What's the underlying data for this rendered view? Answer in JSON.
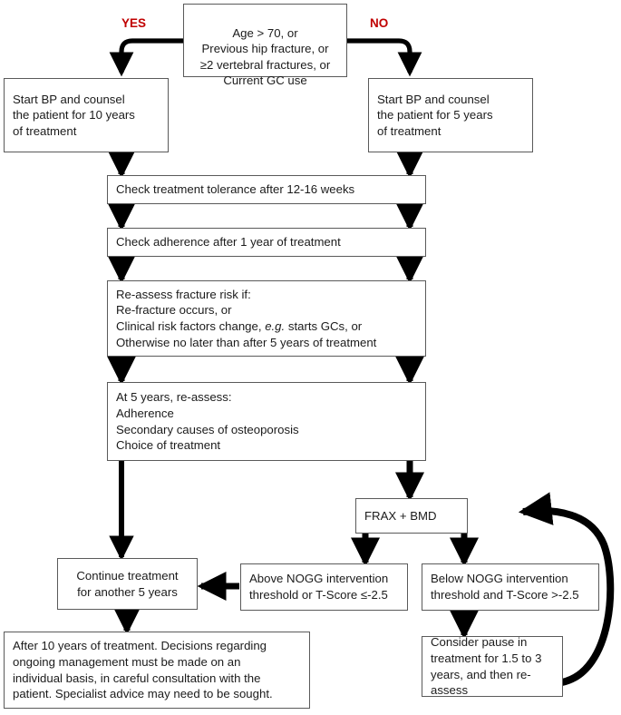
{
  "diagram": {
    "title": "Osteoporosis bisphosphonate treatment review pathway",
    "colors": {
      "box_border": "#5a5a5a",
      "box_fill": "#ffffff",
      "arrow": "#000000",
      "decision_label": "#c00000",
      "text": "#1b1b1b"
    },
    "labels": {
      "yes": "YES",
      "no": "NO"
    },
    "nodes": {
      "criteria": "Age > 70, or\nPrevious hip fracture, or\n≥2 vertebral fractures, or\nCurrent GC use",
      "start_10_years": "Start BP and counsel\nthe patient for 10 years\nof treatment",
      "start_5_years": "Start BP and counsel\nthe patient for 5 years\nof treatment",
      "check_tolerance": "Check treatment tolerance after 12-16 weeks",
      "check_adherence": "Check adherence after 1 year of treatment",
      "reassess_risk_line1": "Re-assess fracture risk if:",
      "reassess_risk_line2": "Re-fracture occurs, or",
      "reassess_risk_line3a": "Clinical risk factors change, ",
      "reassess_risk_line3b": "e.g.",
      "reassess_risk_line3c": " starts GCs, or",
      "reassess_risk_line4": "Otherwise no later than after 5 years of treatment",
      "at_5_years": "At 5 years, re-assess:\nAdherence\nSecondary causes of osteoporosis\nChoice of treatment",
      "frax_bmd": "FRAX + BMD",
      "above_nogg": "Above NOGG intervention\nthreshold or T-Score ≤-2.5",
      "below_nogg": "Below NOGG intervention\nthreshold and T-Score >-2.5",
      "continue_treatment": "Continue treatment\nfor another 5 years",
      "after_10_years": "After 10 years of treatment. Decisions regarding\nongoing management must be made on an\nindividual basis, in careful consultation with the\npatient. Specialist advice may need to be sought.",
      "consider_pause": "Consider pause in\ntreatment for 1.5 to 3\nyears, and then re-assess"
    }
  }
}
